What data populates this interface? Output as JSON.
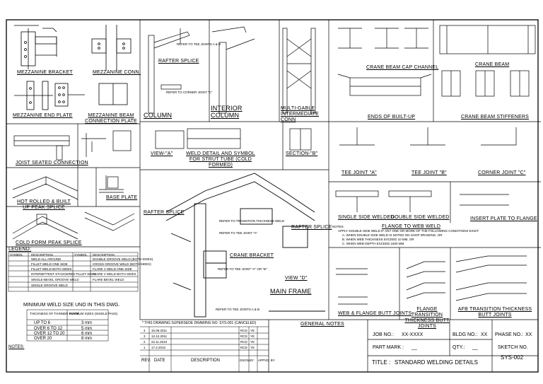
{
  "labels": {
    "mezzanine_bracket": "MEZZANINE BRACKET",
    "mezzanine_conn": "MEZZANINE CONN.",
    "mezzanine_end_plate": "MEZZANINE END PLATE",
    "mezzanine_beam_connection_plate": "MEZZANINE BEAM CONNECTION PLATE",
    "joist_seated_connection": "JOIST SEATED CONNECTION",
    "hot_rolled_built_up_peak_splice": "HOT ROLLED & BUILT UP PEAK SPLICE",
    "base_plate": "BASE PLATE",
    "cold_form_peak_splice": "COLD FORM PEAK SPLICE",
    "rafter_splice_top": "RAFTER SPLICE",
    "column": "COLUMN",
    "interior_column": "INTERIOR COLUMN",
    "multi_gable_intermediate_conn": "MULTI-GABLE INTERMEDIATE CONN",
    "crane_beam_cap_channel": "CRANE BEAM CAP CHANNEL",
    "ends_of_built_up": "ENDS OF BUILT-UP",
    "crane_beam": "CRANE BEAM",
    "crane_beam_stiffeners": "CRANE BEAM STIFFENERS",
    "view_a": "VIEW-\"A\"",
    "weld_detail_strut": "WELD DETAIL AND SYMBOL FOR STRUT TUBE (COLD FORMED)",
    "section_b": "SECTION-\"B\"",
    "tee_joint_a": "TEE JOINT \"A\"",
    "tee_joint_b": "TEE JOINT \"B\"",
    "corner_joint_c": "CORNER JOINT \"C\"",
    "single_side_welded": "SINGLE SIDE WELDED",
    "double_side_welded": "DOUBLE SIDE WELDED",
    "flange_to_web_weld": "FLANGE TO WEB WELD",
    "insert_plate_to_flange": "INSERT PLATE TO FLANGE",
    "rafter_splice_left": "RAFTER SPLICE",
    "rafter_splice_right": "RAFTER SPLICE",
    "crane_bracket": "CRANE BRACKET",
    "main_frame": "MAIN FRAME",
    "view_d": "VIEW \"D\"",
    "web_flange_butt_joints": "WEB & FLANGE BUTT JOINTS",
    "flange_transition_thickness": "FLANGE TRANSITION THICKNESS BUTT JOINTS",
    "afb_transition_thickness": "AFB TRANSITION THICKNESS BUTT JOINTS",
    "legend": "LEGEND:",
    "general_notes": "GENERAL NOTES"
  },
  "callouts": {
    "refer_to_tee_joints_ab": "REFER TO TEE JOINTS A & B",
    "refer_to_corner_joint_c": "REFER TO CORNER JOINT \"C\"",
    "refer_to_tee_joint_a": "REFER TO TEE JOINT \"A\"",
    "refer_to_transition": "REFER TO TRANSITION THICKNESS WELD",
    "refer_to_tee_joints_a_b_bottom": "REFER TO TEE JOINTS A & B",
    "refer_to_tee_joint_a_or_b": "REFER TO TEE JOINT \"A\" OR \"B\"",
    "flange_to_web_note_title": "NOTES:",
    "flange_to_web_note_1": "APPLY DOUBLE SIDE WELD IF ANY ONE OR MORE OF THE FOLLOWING CONDITIONS EXIST:",
    "flange_to_web_note_a": "A. WHEN DOUBLE SIDE WELD IS NOTED ON SHOP DRAWING, OR",
    "flange_to_web_note_b": "B. WHEN WEB THICKNESS EXCEED 10 MM, OR",
    "flange_to_web_note_c": "C. WHEN WEB DEPTH EXCEED 1500 MM."
  },
  "legend": {
    "headers": [
      "SYMBOL",
      "DESCRIPTION",
      "SYMBOL",
      "DESCRIPTION"
    ],
    "rows": [
      [
        "WELD ALL AROUND",
        "DOUBLE GROOVE WELD (BOTH SIDES)"
      ],
      [
        "FILLET WELD ONE SIDE",
        "CROSS GROOVE WELD (BOTH SIDES)"
      ],
      [
        "FILLET WELD BOTH SIDES",
        "FLARE V WELD ONE SIDE"
      ],
      [
        "INTERMITTENT STAGGERED FILLET WELD",
        "FLARE V WELD BOTH SIDES"
      ],
      [
        "SINGLE-BEVEL GROOVE WELD",
        "FLARE BEVEL WELD"
      ],
      [
        "SINGLE GROOVE WELD",
        ""
      ]
    ]
  },
  "min_weld": {
    "title": "MINIMUM WELD SIZE UNO IN THIS DWG.",
    "headers": [
      "THICKNESS OF THINNER PLATE",
      "MINIMUM SIZES (SINGLE PASS)"
    ],
    "rows": [
      [
        "UP TO 6",
        "3 mm"
      ],
      [
        "OVER 6 TO 12",
        "5 mm"
      ],
      [
        "OVER 12 TO 20",
        "6 mm"
      ],
      [
        "OVER 20",
        "8 mm"
      ]
    ],
    "notes_title": "NOTES:"
  },
  "revisions": {
    "top_note": "* THIS DRAWING SUPERSEDE DRAWING NO. SYS-001 (CANCELED)",
    "rows": [
      [
        "4",
        "16.08.2011",
        "",
        "RCD",
        "YE"
      ],
      [
        "3",
        "12.12.2011",
        "",
        "RCD",
        "YE"
      ],
      [
        "2",
        "22.11.2010",
        "",
        "RCD",
        "YE"
      ],
      [
        "1",
        "17.2.2010",
        "",
        "RCD",
        "YE"
      ]
    ],
    "footer": [
      "REV.",
      "DATE",
      "DESCRIPTION",
      "DSGN.",
      "BY",
      "APPVD. BY"
    ]
  },
  "title_block": {
    "job_no_label": "JOB NO.:",
    "job_no_value": "XX-XXXX",
    "bldg_no_label": "BLDG NO.:",
    "bldg_no_value": "XX",
    "phase_no_label": "PHASE NO.:",
    "phase_no_value": "XX",
    "part_mark_label": "PART MARK :",
    "part_mark_value": "__",
    "qty_label": "QTY.:",
    "qty_value": "__",
    "sketch_no_label": "SKETCH NO.",
    "sketch_no_value": "SYS-002",
    "title_label": "TITLE :",
    "title_value": "STANDARD WELDING DETAILS"
  }
}
